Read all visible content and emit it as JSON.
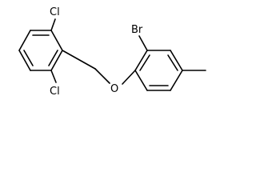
{
  "molecule": {
    "labels": {
      "cl_top": "Cl",
      "cl_bottom": "Cl",
      "oxygen": "O",
      "bromine": "Br"
    }
  },
  "colors": {
    "bond": "#000000",
    "label": "#000000",
    "background": "#ffffff"
  }
}
